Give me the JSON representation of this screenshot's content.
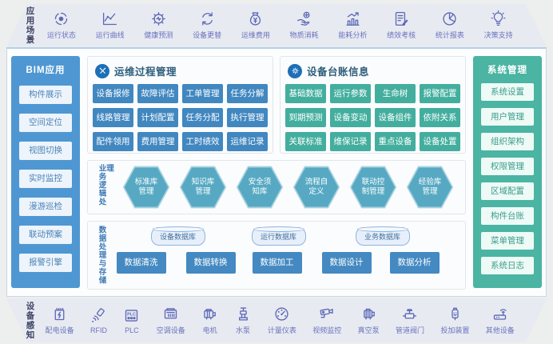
{
  "colors": {
    "bar_bg": "#e8eaf1",
    "bar_icon": "#5b68b6",
    "frame_bg": "#fcfdfe",
    "bim_blue": "#4f97d2",
    "sys_teal": "#4bb4a3",
    "ops_button_blue": "#4187c0",
    "ledger_button_teal": "#43ae9e",
    "hexagon_teal": "#57a9c3",
    "data_button_blue": "#4489c1",
    "header_icon_blue": "#1d70b7",
    "title_color": "#2c5d7c"
  },
  "top_bar": {
    "title": "应用场景",
    "items": [
      {
        "icon": "status-icon",
        "label": "运行状态"
      },
      {
        "icon": "curve-icon",
        "label": "运行曲线"
      },
      {
        "icon": "health-icon",
        "label": "健康预测"
      },
      {
        "icon": "replace-icon",
        "label": "设备更替"
      },
      {
        "icon": "cost-icon",
        "label": "运维费用"
      },
      {
        "icon": "material-icon",
        "label": "物质消耗"
      },
      {
        "icon": "energy-icon",
        "label": "能耗分析"
      },
      {
        "icon": "kpi-icon",
        "label": "绩效考核"
      },
      {
        "icon": "report-icon",
        "label": "统计报表"
      },
      {
        "icon": "decision-icon",
        "label": "决策支持"
      }
    ]
  },
  "bim_panel": {
    "title": "BIM应用",
    "items": [
      "构件展示",
      "空间定位",
      "视图切换",
      "实时监控",
      "漫游巡检",
      "联动预案",
      "报警引擎"
    ]
  },
  "ops_panel": {
    "title": "运维过程管理",
    "icon": "tools-icon",
    "buttons": [
      "设备报修",
      "故障评估",
      "工单管理",
      "任务分解",
      "线路管理",
      "计划配置",
      "任务分配",
      "执行管理",
      "配件领用",
      "费用管理",
      "工时绩效",
      "运维记录"
    ]
  },
  "ledger_panel": {
    "title": "设备台账信息",
    "icon": "gear-icon",
    "buttons": [
      "基础数据",
      "运行参数",
      "生命树",
      "报警配置",
      "到期预测",
      "设备变动",
      "设备组件",
      "依附关系",
      "关联标准",
      "维保记录",
      "重点设备",
      "设备处置"
    ]
  },
  "logic_panel": {
    "title": "业务逻辑处理",
    "hexagons": [
      {
        "lines": [
          "标准库",
          "管理"
        ]
      },
      {
        "lines": [
          "知识库",
          "管理"
        ]
      },
      {
        "lines": [
          "安全须",
          "知库"
        ]
      },
      {
        "lines": [
          "流程自",
          "定义"
        ]
      },
      {
        "lines": [
          "联动控",
          "制管理"
        ]
      },
      {
        "lines": [
          "经验库",
          "管理"
        ]
      }
    ]
  },
  "data_panel": {
    "title": "数据处理与存储",
    "databases": [
      "设备数据库",
      "运行数据库",
      "业务数据库"
    ],
    "buttons": [
      "数据清洗",
      "数据转换",
      "数据加工",
      "数据设计",
      "数据分析"
    ]
  },
  "system_panel": {
    "title": "系统管理",
    "items": [
      "系统设置",
      "用户管理",
      "组织架构",
      "权限管理",
      "区域配置",
      "构件台账",
      "菜单管理",
      "系统日志"
    ]
  },
  "bottom_bar": {
    "title": "设备感知",
    "items": [
      {
        "icon": "power-icon",
        "label": "配电设备"
      },
      {
        "icon": "rfid-icon",
        "label": "RFID"
      },
      {
        "icon": "plc-icon",
        "label": "PLC"
      },
      {
        "icon": "hvac-icon",
        "label": "空调设备"
      },
      {
        "icon": "motor-icon",
        "label": "电机"
      },
      {
        "icon": "pump-icon",
        "label": "水泵"
      },
      {
        "icon": "meter-icon",
        "label": "计量仪表"
      },
      {
        "icon": "cctv-icon",
        "label": "视频监控"
      },
      {
        "icon": "vacuum-icon",
        "label": "真空泵"
      },
      {
        "icon": "valve-icon",
        "label": "管道阀门"
      },
      {
        "icon": "doser-icon",
        "label": "投加装置"
      },
      {
        "icon": "other-icon",
        "label": "其他设备"
      }
    ]
  }
}
